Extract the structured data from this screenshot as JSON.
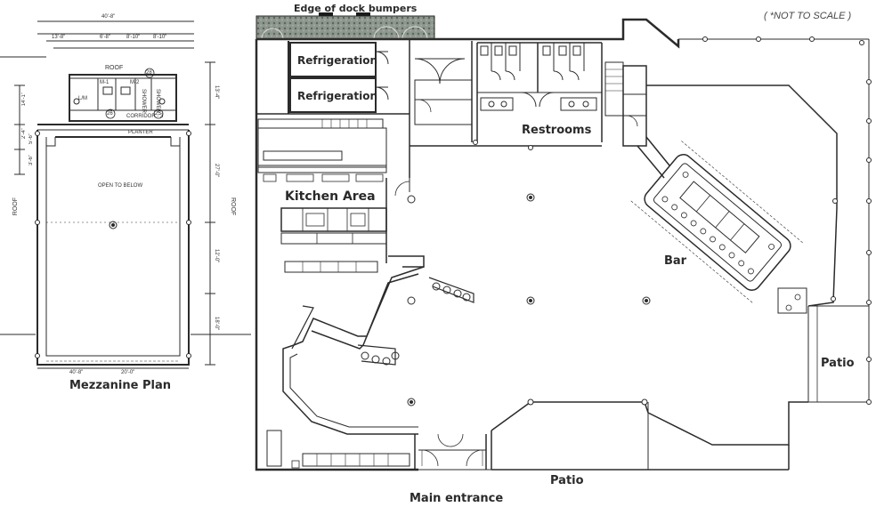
{
  "note": "( *NOT TO SCALE )",
  "labels": {
    "dock": "Edge of dock bumpers",
    "refrigeration_1": "Refrigeration",
    "refrigeration_2": "Refrigeration",
    "restrooms": "Restrooms",
    "kitchen": "Kitchen Area",
    "bar": "Bar",
    "patio_right": "Patio",
    "patio_bottom": "Patio",
    "main_entrance": "Main entrance",
    "mezzanine": "Mezzanine Plan"
  },
  "mezzanine": {
    "open_to_below": "OPEN TO BELOW",
    "roof_top": "ROOF",
    "roof_left": "ROOF",
    "roof_right": "ROOF",
    "planter": "PLANTER",
    "corridor": "CORRIDOR - 3",
    "mech_1": "M-1",
    "mech_2": "M-2",
    "shower_1": "SHOWER",
    "shower_2": "SHOWER",
    "room_lm": "L/M",
    "tag_1": "28",
    "tag_2": "26",
    "tag_3": "25",
    "dims_top": [
      "40'-8\"",
      "13'-8\"",
      "6'-8\"",
      "8'-10\"",
      "8'-10\""
    ],
    "dims_bottom": [
      "40'-8\"",
      "20'-0\""
    ],
    "dims_right": [
      "13'-4\"",
      "27'-0\"",
      "12'-0\"",
      "18'-0\""
    ],
    "dims_left": [
      "14'-1\"",
      "2'-4\"",
      "5'-6\"",
      "3'-6\""
    ]
  },
  "colors": {
    "line": "#2b2b2b",
    "background": "#ffffff",
    "dock_fill": "#7f8a7f"
  }
}
